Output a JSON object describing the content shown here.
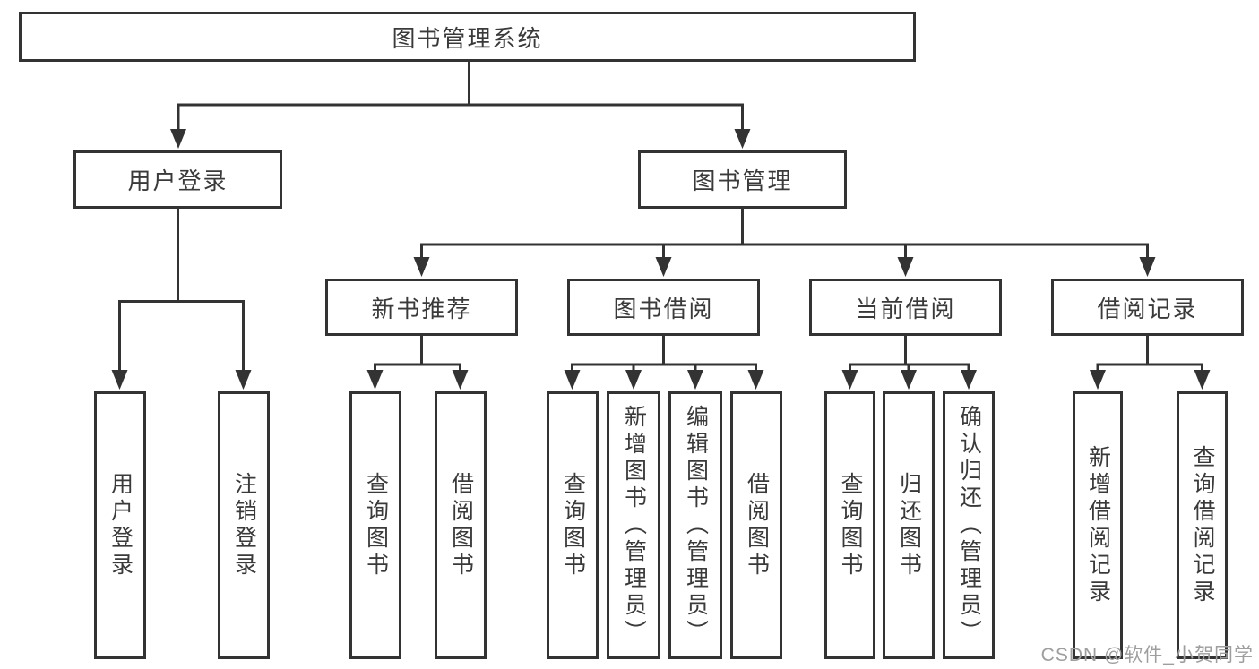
{
  "diagram": {
    "root": {
      "label": "图书管理系统"
    },
    "level2": [
      {
        "label": "用户登录"
      },
      {
        "label": "图书管理"
      }
    ],
    "level3": [
      {
        "label": "新书推荐"
      },
      {
        "label": "图书借阅"
      },
      {
        "label": "当前借阅"
      },
      {
        "label": "借阅记录"
      }
    ],
    "leaves": [
      {
        "label": "用户登录"
      },
      {
        "label": "注销登录"
      },
      {
        "label": "查询图书"
      },
      {
        "label": "借阅图书"
      },
      {
        "label": "查询图书"
      },
      {
        "label": "新增图书（管理员）"
      },
      {
        "label": "编辑图书（管理员）"
      },
      {
        "label": "借阅图书"
      },
      {
        "label": "查询图书"
      },
      {
        "label": "归还图书"
      },
      {
        "label": "确认归还（管理员）"
      },
      {
        "label": "新增借阅记录"
      },
      {
        "label": "查询借阅记录"
      }
    ]
  },
  "watermark": {
    "text": "CSDN @软件_小贺同学"
  },
  "colors": {
    "line": "#333333",
    "box_border": "#333333",
    "text": "#3a3a3a",
    "watermark": "#9e9e9e",
    "background": "#ffffff"
  }
}
